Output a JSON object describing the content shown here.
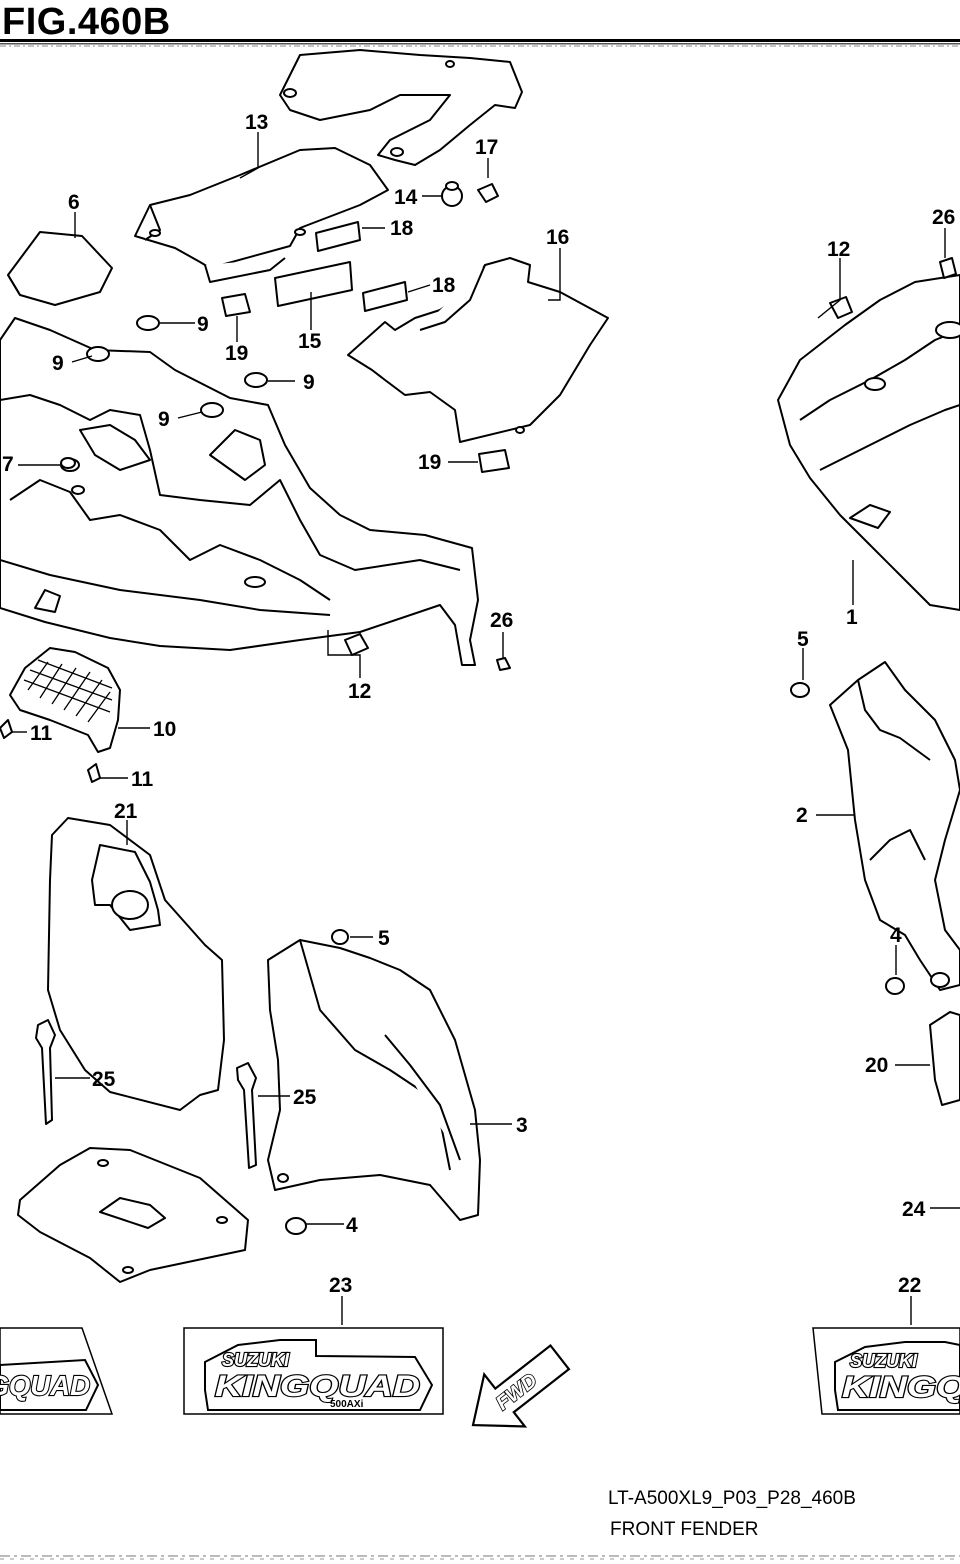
{
  "figure": {
    "title": "FIG.460B",
    "model_code": "LT-A500XL9_P03_P28_460B",
    "section_name": "FRONT FENDER"
  },
  "decals": {
    "brand": "SUZUKI",
    "model_left": "KINGQUAD",
    "model_right": "KINGQUAD",
    "sub": "500AXi"
  },
  "direction_arrow": "FWD",
  "callouts": [
    {
      "id": "c-13",
      "label": "13"
    },
    {
      "id": "c-6",
      "label": "6"
    },
    {
      "id": "c-17",
      "label": "17"
    },
    {
      "id": "c-14",
      "label": "14"
    },
    {
      "id": "c-18a",
      "label": "18"
    },
    {
      "id": "c-16",
      "label": "16"
    },
    {
      "id": "c-18b",
      "label": "18"
    },
    {
      "id": "c-19a",
      "label": "19"
    },
    {
      "id": "c-15",
      "label": "15"
    },
    {
      "id": "c-9a",
      "label": "9"
    },
    {
      "id": "c-9b",
      "label": "9"
    },
    {
      "id": "c-9c",
      "label": "9"
    },
    {
      "id": "c-9d",
      "label": "9"
    },
    {
      "id": "c-19b",
      "label": "19"
    },
    {
      "id": "c-7",
      "label": "7"
    },
    {
      "id": "c-26a",
      "label": "26"
    },
    {
      "id": "c-12a",
      "label": "12"
    },
    {
      "id": "c-11a",
      "label": "11"
    },
    {
      "id": "c-10",
      "label": "10"
    },
    {
      "id": "c-11b",
      "label": "11"
    },
    {
      "id": "c-21",
      "label": "21"
    },
    {
      "id": "c-5a",
      "label": "5"
    },
    {
      "id": "c-25a",
      "label": "25"
    },
    {
      "id": "c-25b",
      "label": "25"
    },
    {
      "id": "c-3",
      "label": "3"
    },
    {
      "id": "c-4a",
      "label": "4"
    },
    {
      "id": "c-23",
      "label": "23"
    },
    {
      "id": "c-26b",
      "label": "26"
    },
    {
      "id": "c-12b",
      "label": "12"
    },
    {
      "id": "c-1",
      "label": "1"
    },
    {
      "id": "c-5b",
      "label": "5"
    },
    {
      "id": "c-2",
      "label": "2"
    },
    {
      "id": "c-4b",
      "label": "4"
    },
    {
      "id": "c-20",
      "label": "20"
    },
    {
      "id": "c-24",
      "label": "24"
    },
    {
      "id": "c-22",
      "label": "22"
    }
  ]
}
